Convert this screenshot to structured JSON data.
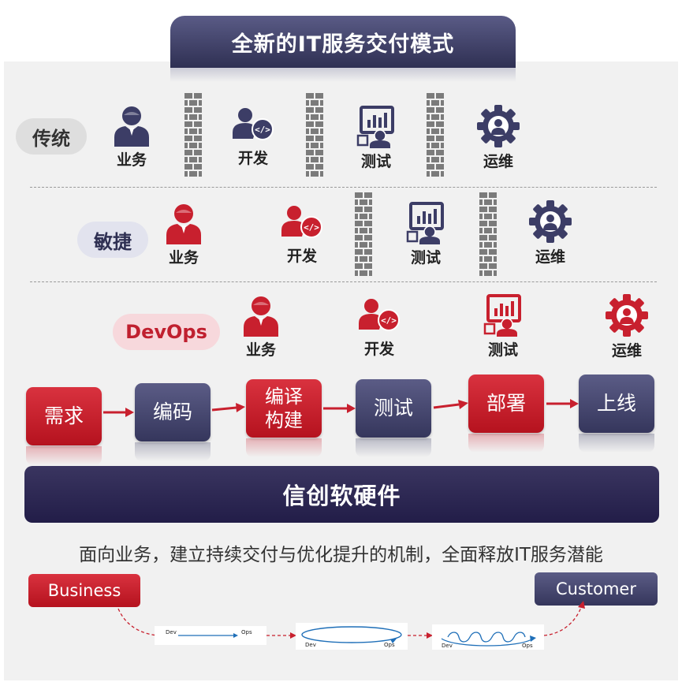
{
  "title": "全新的IT服务交付模式",
  "rows": {
    "traditional": {
      "label": "传统",
      "roles": [
        {
          "name": "业务",
          "icon": "business-user-icon"
        },
        {
          "name": "开发",
          "icon": "developer-icon"
        },
        {
          "name": "测试",
          "icon": "tester-icon"
        },
        {
          "name": "运维",
          "icon": "ops-gear-icon"
        }
      ]
    },
    "agile": {
      "label": "敏捷",
      "roles": [
        {
          "name": "业务",
          "icon": "business-user-icon"
        },
        {
          "name": "开发",
          "icon": "developer-icon"
        },
        {
          "name": "测试",
          "icon": "tester-icon"
        },
        {
          "name": "运维",
          "icon": "ops-gear-icon"
        }
      ]
    },
    "devops": {
      "label": "DevOps",
      "roles": [
        {
          "name": "业务",
          "icon": "business-user-icon"
        },
        {
          "name": "开发",
          "icon": "developer-icon"
        },
        {
          "name": "测试",
          "icon": "tester-icon"
        },
        {
          "name": "运维",
          "icon": "ops-gear-icon"
        }
      ]
    }
  },
  "pipeline": [
    {
      "label": "需求",
      "style": "red"
    },
    {
      "label": "编码",
      "style": "navy"
    },
    {
      "label": "编译\n构建",
      "style": "red"
    },
    {
      "label": "测试",
      "style": "navy"
    },
    {
      "label": "部署",
      "style": "red"
    },
    {
      "label": "上线",
      "style": "navy"
    }
  ],
  "foundation": "信创软硬件",
  "tagline": "面向业务，建立持续交付与优化提升的机制，全面释放IT服务潜能",
  "flow": {
    "business": "Business",
    "customer": "Customer",
    "dev": "Dev",
    "ops": "Ops"
  },
  "colors": {
    "red": "#c8202e",
    "navy": "#3c3d66",
    "wall": "#7b7b7b"
  }
}
